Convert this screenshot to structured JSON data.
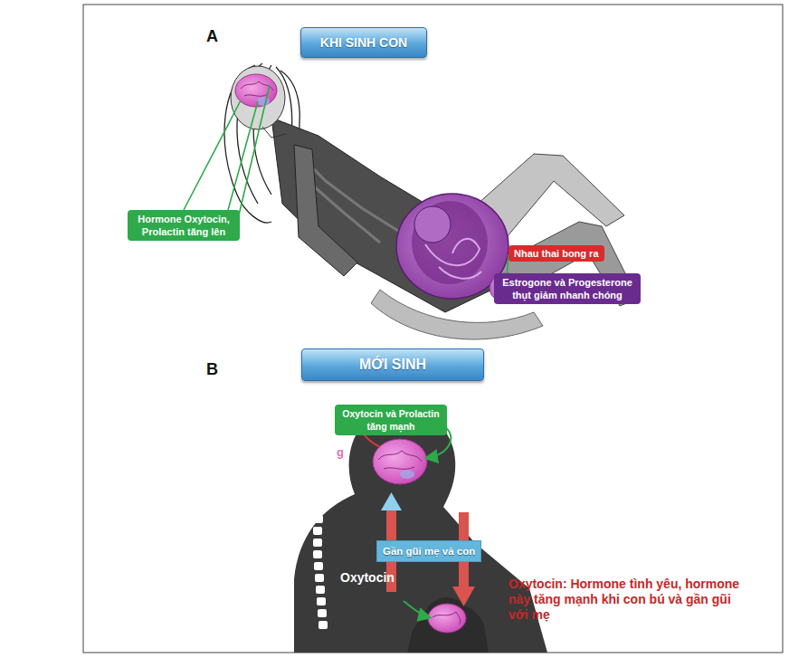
{
  "diagram": {
    "nodes": [
      {
        "text": [
          "KHI SINH CON"
        ]
      },
      {
        "text": [
          "Hormone Oxytocin, Prolactin tăng lên"
        ]
      },
      {
        "text": [
          "Nhau thai bong ra"
        ]
      },
      {
        "text": [
          "Estrogone và Progesterone thụt giảm nhanh chóng"
        ]
      },
      {
        "text": [
          "MỚI SINH"
        ]
      },
      {
        "text": [
          "Oxytocin và Prolactin tăng mạnh"
        ]
      },
      {
        "text": [
          "Gần gũi mẹ và con"
        ]
      }
    ],
    "labels": [
      "A",
      "B",
      "g",
      "Oxytocin",
      "Oxytocin: Hormone tình yêu, hormone này tăng mạnh khi con bú và gần gũi với mẹ"
    ]
  }
}
